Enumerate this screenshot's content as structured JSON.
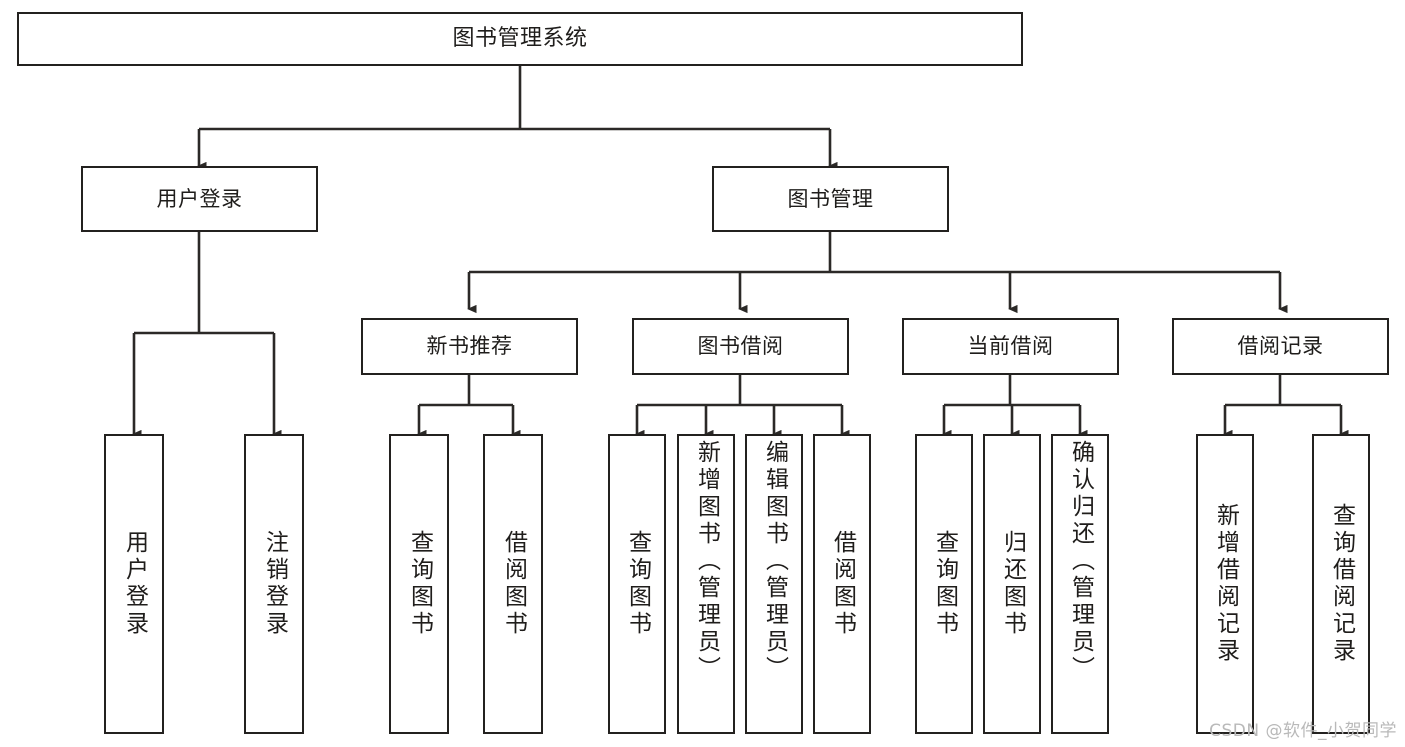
{
  "diagram": {
    "type": "tree",
    "title": "图书管理系统",
    "watermark": "CSDN @软件_小贺同学",
    "colors": {
      "stroke": "#23211f",
      "background": "#ffffff",
      "text": "#1f1d1b",
      "watermark": "#b9b9b9"
    },
    "nodes": {
      "root": {
        "label": "图书管理系统"
      },
      "level2": [
        {
          "id": "user-login",
          "label": "用户登录"
        },
        {
          "id": "book-manage",
          "label": "图书管理"
        }
      ],
      "level3": [
        {
          "id": "new-book-recommend",
          "label": "新书推荐"
        },
        {
          "id": "book-borrow",
          "label": "图书借阅"
        },
        {
          "id": "current-borrow",
          "label": "当前借阅"
        },
        {
          "id": "borrow-record",
          "label": "借阅记录"
        }
      ],
      "leaves": {
        "user-login": [
          {
            "id": "leaf-user-login",
            "label": "用户登录"
          },
          {
            "id": "leaf-user-logout",
            "label": "注销登录"
          }
        ],
        "new-book-recommend": [
          {
            "id": "leaf-query-book-1",
            "label": "查询图书"
          },
          {
            "id": "leaf-borrow-book-1",
            "label": "借阅图书"
          }
        ],
        "book-borrow": [
          {
            "id": "leaf-query-book-2",
            "label": "查询图书"
          },
          {
            "id": "leaf-add-book",
            "label": "新增图书（管理员）"
          },
          {
            "id": "leaf-edit-book",
            "label": "编辑图书（管理员）"
          },
          {
            "id": "leaf-borrow-book-2",
            "label": "借阅图书"
          }
        ],
        "current-borrow": [
          {
            "id": "leaf-query-book-3",
            "label": "查询图书"
          },
          {
            "id": "leaf-return-book",
            "label": "归还图书"
          },
          {
            "id": "leaf-confirm-return",
            "label": "确认归还（管理员）"
          }
        ],
        "borrow-record": [
          {
            "id": "leaf-add-record",
            "label": "新增借阅记录"
          },
          {
            "id": "leaf-query-record",
            "label": "查询借阅记录"
          }
        ]
      }
    }
  }
}
